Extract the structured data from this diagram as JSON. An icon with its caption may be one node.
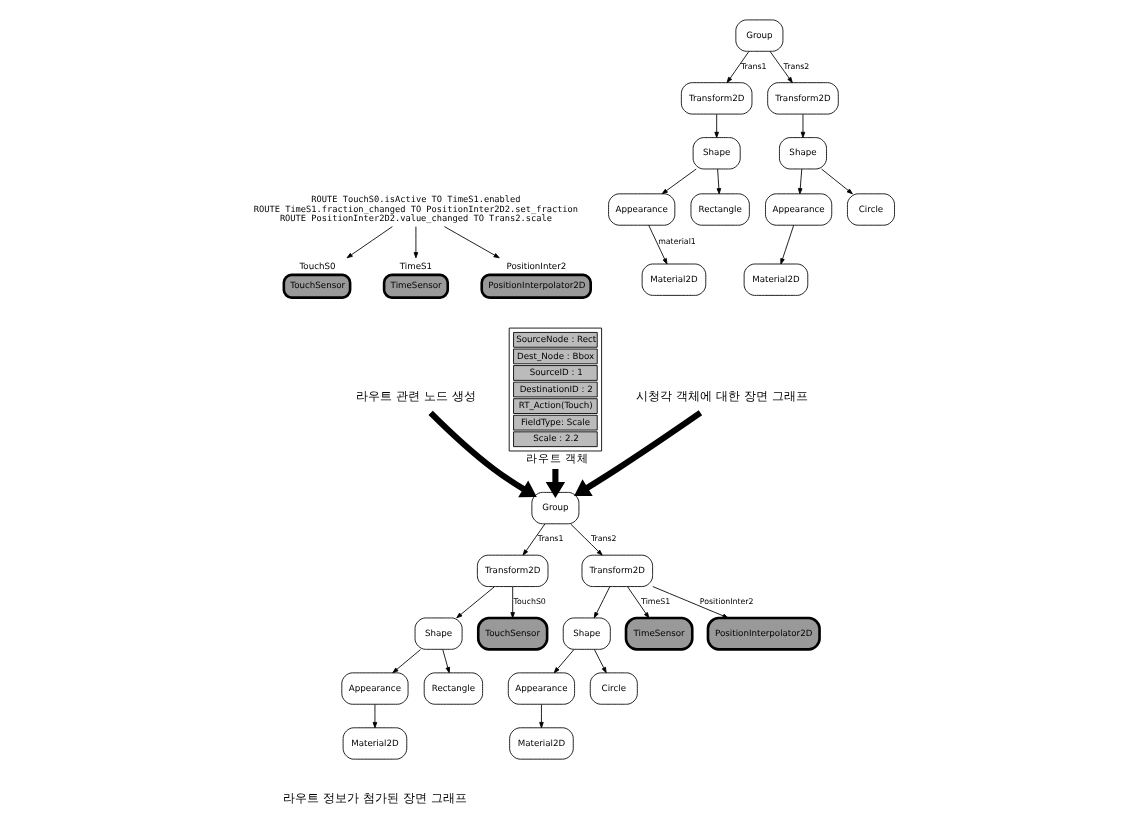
{
  "diagram": {
    "nodes": [
      {
        "text": [
          "시청각 객체에 대한 장면 그래프"
        ]
      },
      {
        "text": [
          "Group"
        ]
      },
      {
        "text": [
          "Transform2D"
        ]
      },
      {
        "text": [
          "Transform2D"
        ]
      },
      {
        "text": [
          "Shape"
        ]
      },
      {
        "text": [
          "Shape"
        ]
      },
      {
        "text": [
          "Appearance"
        ]
      },
      {
        "text": [
          "Rectangle"
        ]
      },
      {
        "text": [
          "Appearance"
        ]
      },
      {
        "text": [
          "Circle"
        ]
      },
      {
        "text": [
          "Material2D"
        ]
      },
      {
        "text": [
          "Material2D"
        ]
      },
      {
        "text": [
          "라우트 관련 노드 생성"
        ]
      },
      {
        "text": [
          "ROUTE TouchS0.isActive TO TimeS1.enabled",
          "ROUTE TimeS1.fraction_changed TO PositionInter2D2.set_fraction",
          "ROUTE PositionInter2D2.value_changed TO Trans2.scale"
        ]
      },
      {
        "text": [
          "TouchSensor"
        ],
        "beside": [
          "TouchS0"
        ]
      },
      {
        "text": [
          "TimeSensor"
        ],
        "beside": [
          "TimeS1"
        ]
      },
      {
        "text": [
          "PositionInterpolator2D"
        ],
        "beside": [
          "PositionInter2"
        ]
      },
      {
        "text": [
          "SourceNode : Rect",
          "Dest_Node : Bbox",
          "SourceID : 1",
          "DestinationID : 2",
          "RT_Action(Touch)",
          "FieldType: Scale",
          "Scale : 2.2"
        ],
        "beside": [
          "라우트 객체"
        ]
      },
      {
        "text": [
          "Group"
        ]
      },
      {
        "text": [
          "Transform2D"
        ]
      },
      {
        "text": [
          "Transform2D"
        ]
      },
      {
        "text": [
          "Shape"
        ]
      },
      {
        "text": [
          "TouchSensor"
        ]
      },
      {
        "text": [
          "Shape"
        ]
      },
      {
        "text": [
          "TimeSensor"
        ]
      },
      {
        "text": [
          "PositionInterpolator2D"
        ]
      },
      {
        "text": [
          "Appearance"
        ]
      },
      {
        "text": [
          "Rectangle"
        ]
      },
      {
        "text": [
          "Appearance"
        ]
      },
      {
        "text": [
          "Circle"
        ]
      },
      {
        "text": [
          "Material2D"
        ]
      },
      {
        "text": [
          "Material2D"
        ]
      }
    ],
    "edges": [
      {
        "from": 1,
        "to": 2,
        "arrow": "to",
        "label": "Trans1"
      },
      {
        "from": 1,
        "to": 3,
        "arrow": "to",
        "label": "Trans2"
      },
      {
        "from": 2,
        "to": 4,
        "arrow": "to"
      },
      {
        "from": 3,
        "to": 5,
        "arrow": "to"
      },
      {
        "from": 4,
        "to": 6,
        "arrow": "to"
      },
      {
        "from": 4,
        "to": 7,
        "arrow": "to"
      },
      {
        "from": 5,
        "to": 8,
        "arrow": "to"
      },
      {
        "from": 5,
        "to": 9,
        "arrow": "to"
      },
      {
        "from": 6,
        "to": 10,
        "arrow": "to",
        "label": "material1"
      },
      {
        "from": 8,
        "to": 11,
        "arrow": "to"
      },
      {
        "from": 13,
        "to": 14,
        "arrow": "to"
      },
      {
        "from": 13,
        "to": 15,
        "arrow": "to"
      },
      {
        "from": 13,
        "to": 16,
        "arrow": "to"
      },
      {
        "from": 0,
        "to": 18,
        "arrow": "to",
        "style": "thick"
      },
      {
        "from": 12,
        "to": 18,
        "arrow": "to",
        "style": "thick"
      },
      {
        "from": 17,
        "to": 18,
        "arrow": "to",
        "style": "thick"
      },
      {
        "from": 18,
        "to": 19,
        "arrow": "to",
        "label": "Trans1"
      },
      {
        "from": 18,
        "to": 20,
        "arrow": "to",
        "label": "Trans2"
      },
      {
        "from": 19,
        "to": 21,
        "arrow": "to"
      },
      {
        "from": 19,
        "to": 22,
        "arrow": "to",
        "label": "TouchS0"
      },
      {
        "from": 20,
        "to": 23,
        "arrow": "to"
      },
      {
        "from": 20,
        "to": 24,
        "arrow": "to",
        "label": "TimeS1"
      },
      {
        "from": 20,
        "to": 25,
        "arrow": "to",
        "label": "PositionInter2"
      },
      {
        "from": 21,
        "to": 26,
        "arrow": "to"
      },
      {
        "from": 21,
        "to": 27,
        "arrow": "to"
      },
      {
        "from": 23,
        "to": 28,
        "arrow": "to"
      },
      {
        "from": 23,
        "to": 29,
        "arrow": "to"
      },
      {
        "from": 26,
        "to": 30,
        "arrow": "to"
      },
      {
        "from": 28,
        "to": 31,
        "arrow": "to"
      }
    ],
    "labels": [
      "라우트 정보가 첨가된 장면 그래프"
    ]
  }
}
